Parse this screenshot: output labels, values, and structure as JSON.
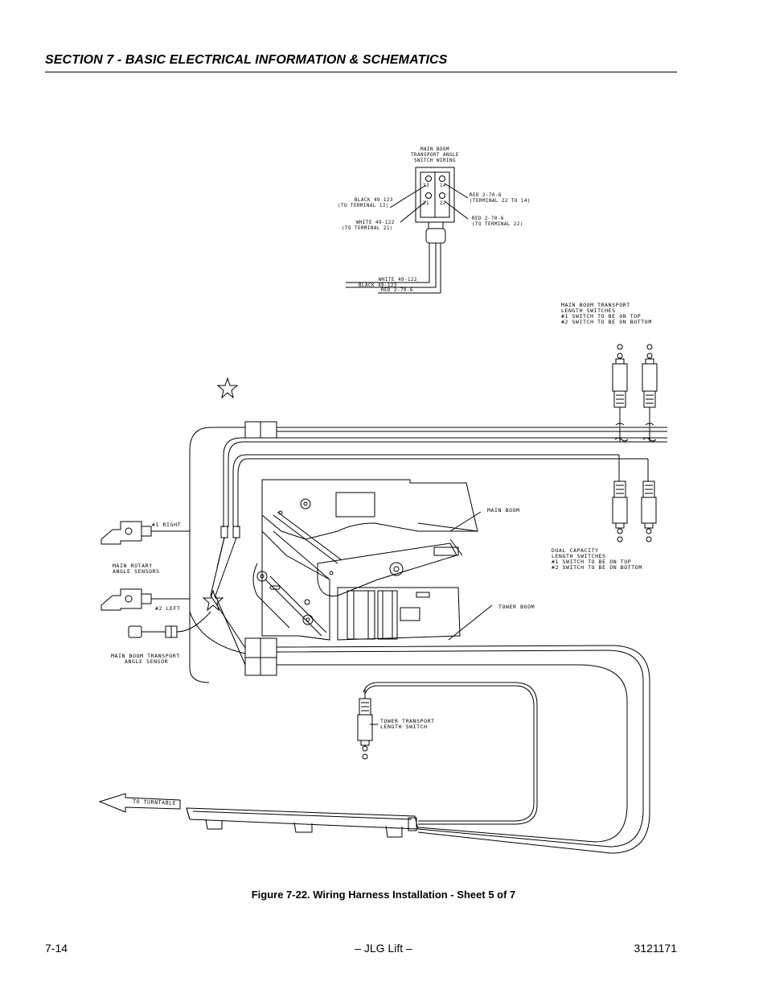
{
  "header": {
    "section_title": "SECTION 7 - BASIC ELECTRICAL INFORMATION & SCHEMATICS"
  },
  "diagram": {
    "switch_wiring": {
      "title": [
        "MAIN BOOM",
        "TRANSPORT ANGLE",
        "SWITCH WIRING"
      ],
      "terminal_13": "13",
      "terminal_14": "14",
      "terminal_21": "21",
      "terminal_22": "22",
      "black_wire": [
        "BLACK 49-123",
        "(TO TERMINAL 13)"
      ],
      "white_wire": [
        "WHITE 49-122",
        "(TO TERMINAL 21)"
      ],
      "red_wire_1": [
        "RED 2-70-6",
        "(TERMINAL 22 TO 14)"
      ],
      "red_wire_2": [
        "RED 2-70-6",
        "(TO TERMINAL 22)"
      ],
      "lead_white": "WHITE 49-122",
      "lead_black": "BLACK 49-123",
      "lead_red": "RED 2-70-6"
    },
    "transport_length_switches": [
      "MAIN BOOM TRANSPORT",
      "LENGTH SWITCHES",
      "#1 SWITCH TO BE ON TOP",
      "#2 SWITCH TO BE ON BOTTOM"
    ],
    "dual_capacity_switches": [
      "DUAL CAPACITY",
      "LENGTH SWITCHES",
      "#1 SWITCH TO BE ON TOP",
      "#2 SWITCH TO BE ON BOTTOM"
    ],
    "main_boom": "MAIN BOOM",
    "tower_boom": "TOWER BOOM",
    "right_sensor": "#1 RIGHT",
    "left_sensor": "#2 LEFT",
    "rotary_sensors": [
      "MAIN ROTARY",
      "ANGLE SENSORS"
    ],
    "transport_angle_sensor": [
      "MAIN BOOM TRANSPORT",
      "ANGLE SENSOR"
    ],
    "tower_transport_switch": [
      "TOWER TRANSPORT",
      "LENGTH SWITCH"
    ],
    "to_turntable": "TO TURNTABLE"
  },
  "figure": {
    "caption": "Figure 7-22.  Wiring Harness Installation - Sheet 5 of 7"
  },
  "footer": {
    "page_number": "7-14",
    "center": "– JLG Lift –",
    "doc_number": "3121171"
  },
  "icons": [
    "star-icon",
    "arrow-left-icon"
  ]
}
